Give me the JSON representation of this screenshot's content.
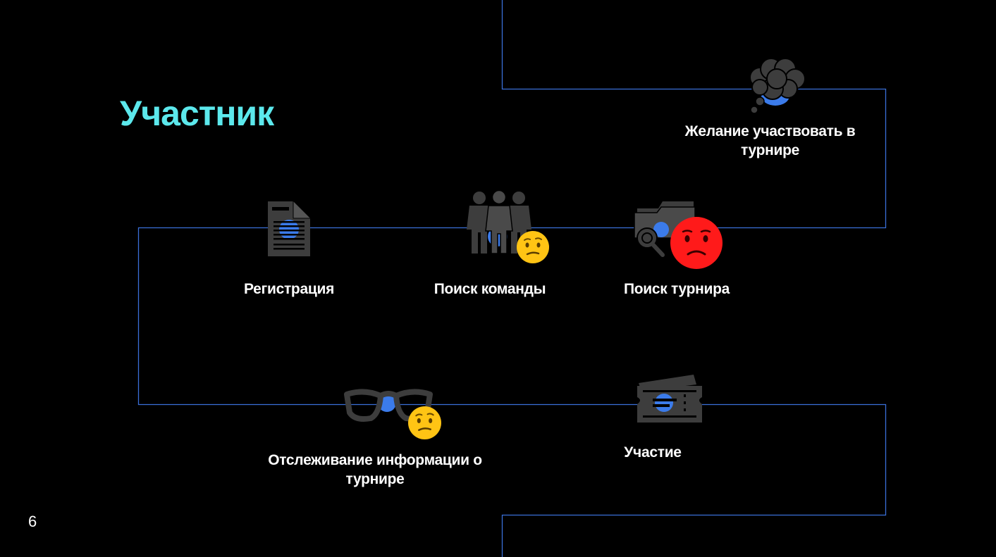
{
  "slide": {
    "title": "Участник",
    "page_number": "6"
  },
  "colors": {
    "background": "#000000",
    "title": "#5ce8ec",
    "path_line": "#3a6fd8",
    "icon_gray": "#3d3d3d",
    "icon_accent": "#3b7bea",
    "emoji_neutral": "#ffc414",
    "emoji_angry": "#ff1a1a"
  },
  "steps": [
    {
      "label": "Желание участвовать в турнире",
      "icon": "thought-cloud-icon",
      "emoji": null
    },
    {
      "label": "Регистрация",
      "icon": "document-icon",
      "emoji": null
    },
    {
      "label": "Поиск команды",
      "icon": "people-group-icon",
      "emoji": "confused-face-emoji"
    },
    {
      "label": "Поиск турнира",
      "icon": "folder-search-icon",
      "emoji": "angry-face-emoji"
    },
    {
      "label": "Отслеживание информации о турнире",
      "icon": "glasses-icon",
      "emoji": "confused-face-emoji"
    },
    {
      "label": "Участие",
      "icon": "ticket-icon",
      "emoji": null
    }
  ]
}
